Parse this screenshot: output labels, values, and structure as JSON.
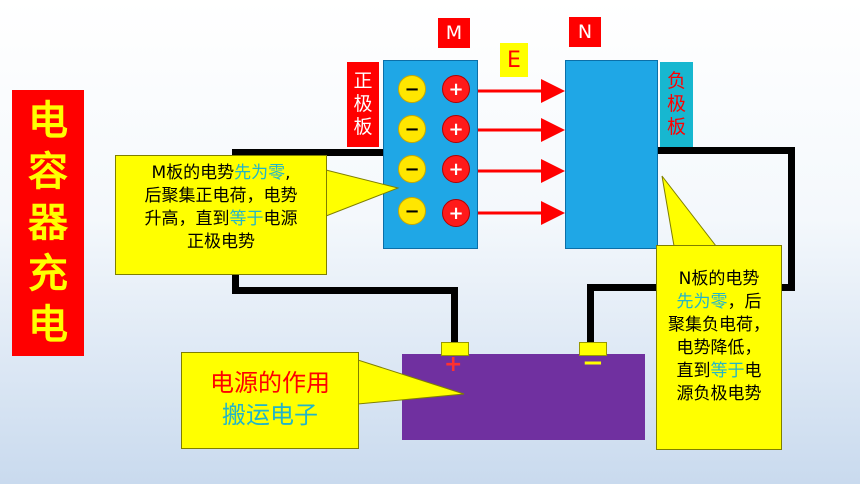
{
  "title": {
    "chars": [
      "电",
      "容",
      "器",
      "充",
      "电"
    ]
  },
  "labels": {
    "m": "M",
    "n": "N",
    "e": "E"
  },
  "plate_m_label": [
    "正",
    "极",
    "板"
  ],
  "plate_n_label": [
    "负",
    "极",
    "板"
  ],
  "charges": {
    "neg": "−",
    "pos": "+"
  },
  "battery": {
    "plus": "+",
    "minus": "−"
  },
  "callout_m": {
    "line1": {
      "a": "M板的电势",
      "b": "先为零",
      "c": ","
    },
    "line2": "后聚集正电荷，电势",
    "line3": {
      "a": "升高，直到",
      "b": "等于",
      "c": "电源"
    },
    "line4": "正极电势"
  },
  "callout_n": {
    "line1": "N板的电势",
    "line2": {
      "a": "先为零",
      "b": "，后"
    },
    "line3": "聚集负电荷，",
    "line4": "电势降低，",
    "line5": {
      "a": "直到",
      "b": "等于",
      "c": "电"
    },
    "line6": "源负极电势"
  },
  "callout_source": {
    "line1": "电源的作用",
    "line2": "搬运电子"
  },
  "colors": {
    "title_bg": "#ff0000",
    "title_text": "#ffff00",
    "plate": "#1fa7e6",
    "battery": "#7030a0",
    "callout": "#ffff00",
    "highlight": "#22b5c8"
  }
}
